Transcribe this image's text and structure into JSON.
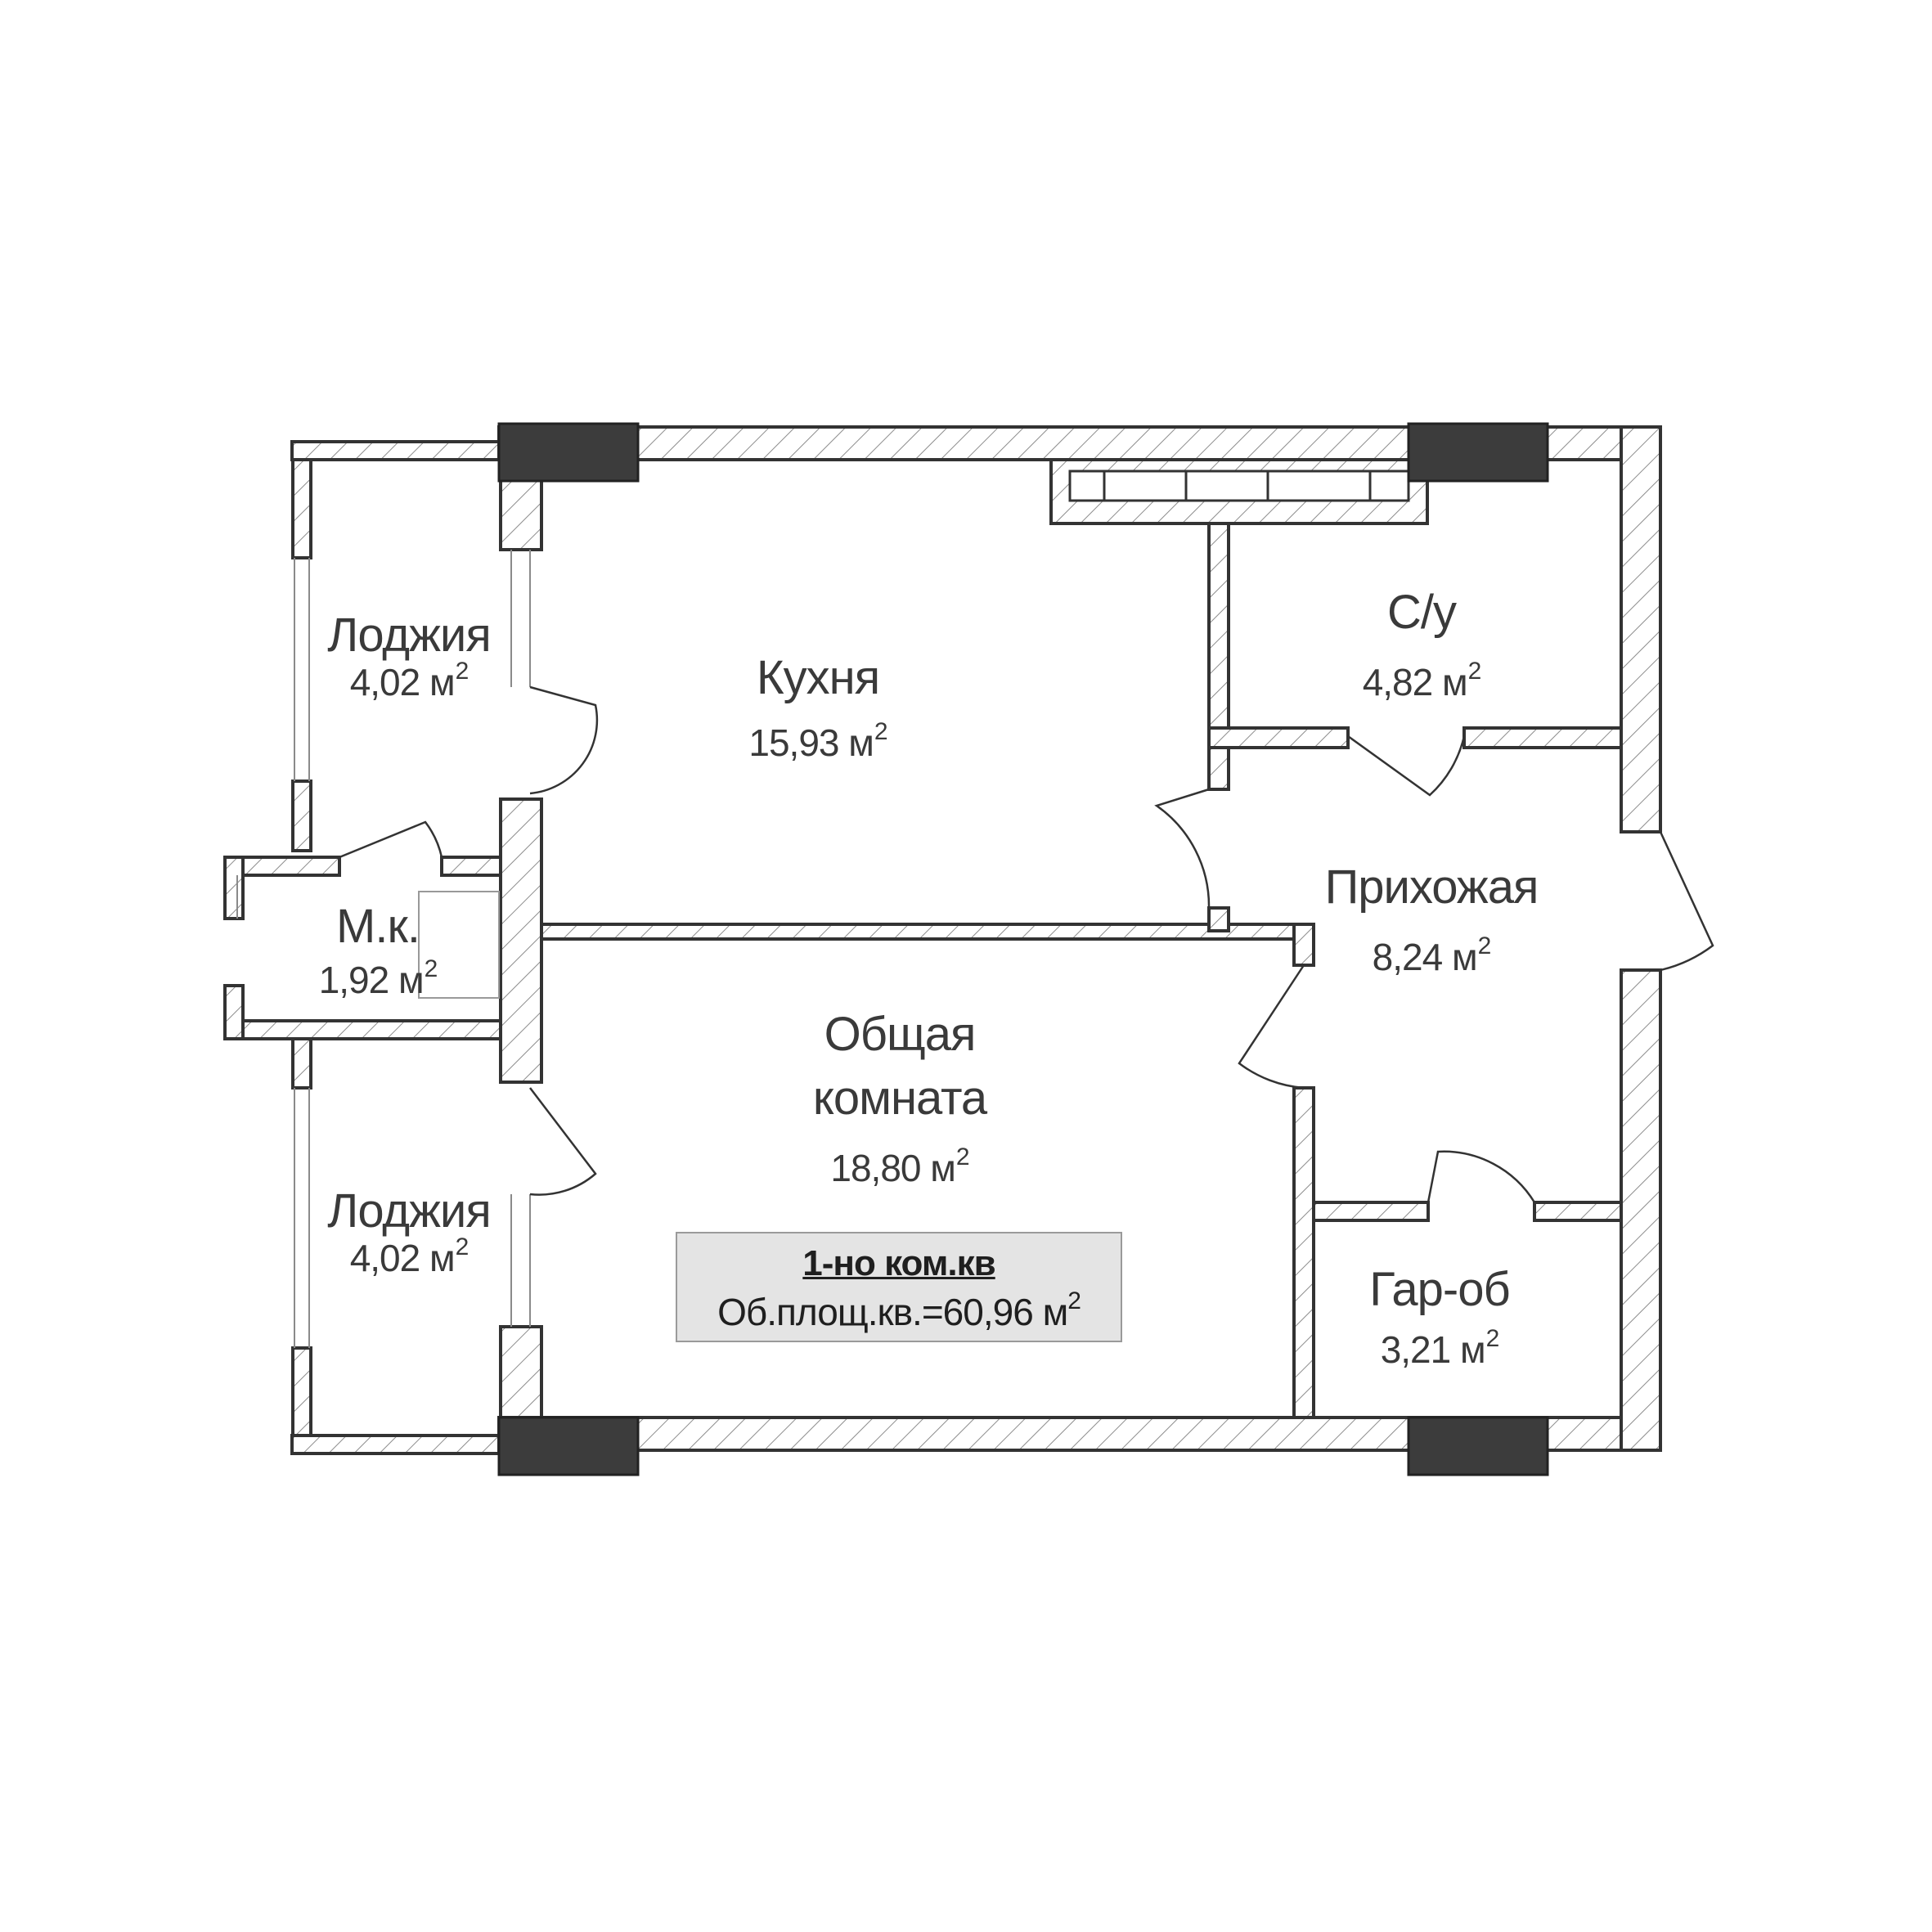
{
  "rooms": {
    "loggia_top": {
      "name": "Лоджия",
      "area": "4,02 м",
      "area_unit_power": "2"
    },
    "kitchen": {
      "name": "Кухня",
      "area": "15,93 м",
      "area_unit_power": "2"
    },
    "bathroom": {
      "name": "С/у",
      "area": "4,82 м",
      "area_unit_power": "2"
    },
    "hallway": {
      "name": "Прихожая",
      "area": "8,24 м",
      "area_unit_power": "2"
    },
    "utility": {
      "name": "М.к.",
      "area": "1,92 м",
      "area_unit_power": "2"
    },
    "living_room": {
      "name_line1": "Общая",
      "name_line2": "комната",
      "area": "18,80 м",
      "area_unit_power": "2"
    },
    "loggia_bottom": {
      "name": "Лоджия",
      "area": "4,02 м",
      "area_unit_power": "2"
    },
    "wardrobe": {
      "name": "Гар-об",
      "area": "3,21 м",
      "area_unit_power": "2"
    }
  },
  "summary": {
    "title": "1-но ком.кв",
    "total_area": "Об.площ.кв.=60,96 м",
    "total_area_unit_power": "2"
  },
  "colors": {
    "wall_stroke": "#333333",
    "wall_hatch": "#8c8c8c",
    "column_fill": "#3c3c3c",
    "text": "#3a3a3a",
    "summary_bg": "#e4e4e4"
  }
}
